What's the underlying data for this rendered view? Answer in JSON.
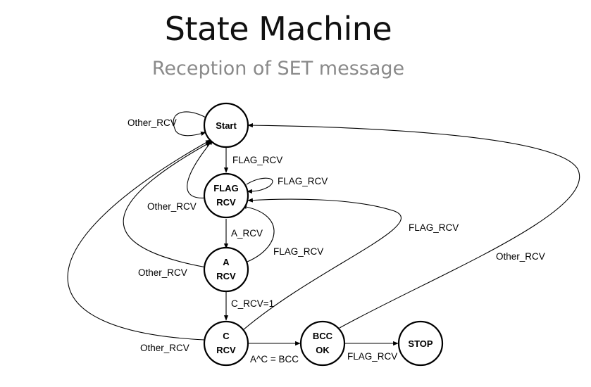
{
  "header": {
    "title": "State Machine",
    "subtitle": "Reception of SET message"
  },
  "states": {
    "start": [
      "Start"
    ],
    "flag_rcv": [
      "FLAG",
      "RCV"
    ],
    "a_rcv": [
      "A",
      "RCV"
    ],
    "c_rcv": [
      "C",
      "RCV"
    ],
    "bcc_ok": [
      "BCC",
      "OK"
    ],
    "stop": [
      "STOP"
    ]
  },
  "transitions": {
    "start_self": "Other_RCV",
    "start_to_flag": "FLAG_RCV",
    "flag_self": "FLAG_RCV",
    "flag_to_start": "Other_RCV",
    "flag_to_a": "A_RCV",
    "a_to_flag": "FLAG_RCV",
    "a_to_start": "Other_RCV",
    "a_to_c": "C_RCV=1",
    "c_to_flag": "FLAG_RCV",
    "c_to_start": "Other_RCV",
    "c_to_bcc": "A^C = BCC",
    "bcc_to_stop": "FLAG_RCV",
    "bcc_to_start": "Other_RCV"
  }
}
